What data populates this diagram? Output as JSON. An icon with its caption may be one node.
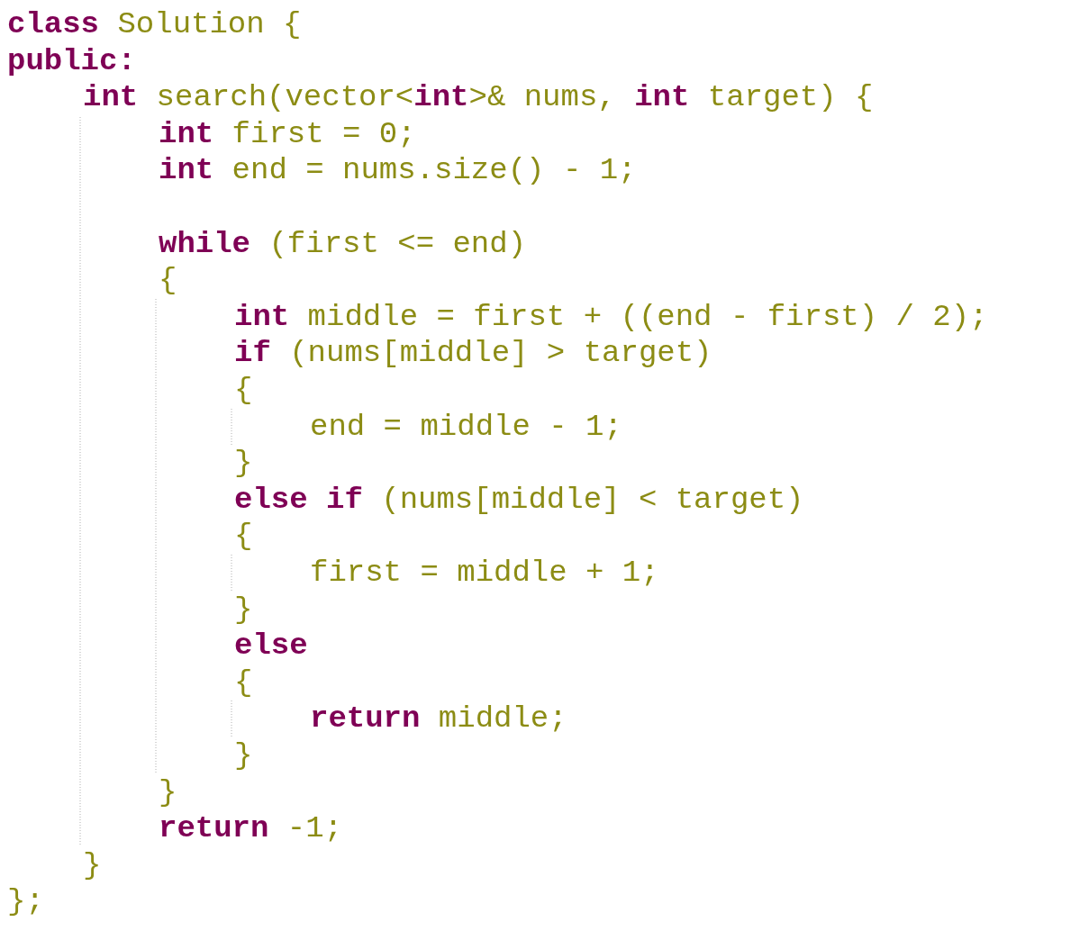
{
  "diagram": {
    "labels": [
      "**class** Solution {",
      "public:",
      "**int** search(vector<**int**>& nums, **int** target) {",
      "**int** first = 0;",
      "**int** end = nums.size() - 1;",
      "**while** (first <= end)",
      "{",
      "**int** middle = first + ((end - first) / 2);",
      "**if** (nums[middle] > target)",
      "{",
      "end = middle - 1;",
      "}",
      "**else if** (nums[middle] < target)",
      "{",
      "first = middle + 1;",
      "}",
      "else",
      "{",
      "**return** middle;",
      "}",
      "}",
      "**return** -1;",
      "}",
      "};"
    ]
  }
}
